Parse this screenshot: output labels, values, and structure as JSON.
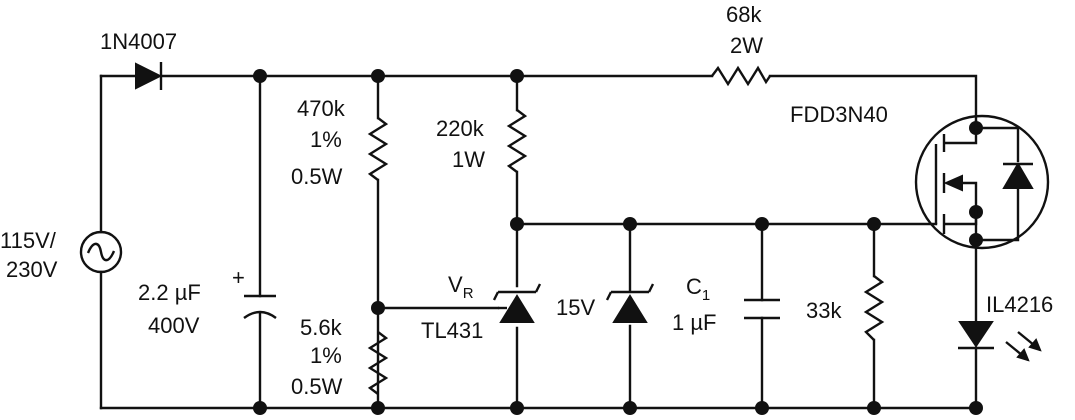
{
  "labels": {
    "diode": "1N4007",
    "source_line1": "115V/",
    "source_line2": "230V",
    "cap_value": "2.2 µF",
    "cap_voltage": "400V",
    "cap_plus": "+",
    "r_top_left_value": "470k",
    "r_top_left_tol": "1%",
    "r_top_left_power": "0.5W",
    "r_bottom_left_value": "5.6k",
    "r_bottom_left_tol": "1%",
    "r_bottom_left_power": "0.5W",
    "r_mid_value": "220k",
    "r_mid_power": "1W",
    "r_top_value": "68k",
    "r_top_power": "2W",
    "mosfet": "FDD3N40",
    "vr_main": "V",
    "vr_sub": "R",
    "shunt_ref": "TL431",
    "zener": "15V",
    "c1_main": "C",
    "c1_sub": "1",
    "c1_value": "1 µF",
    "r_right_value": "33k",
    "led": "IL4216"
  },
  "colors": {
    "ink": "#111111",
    "background": "#ffffff"
  },
  "icons": [
    "ac-source-icon",
    "diode-icon",
    "capacitor-icon",
    "resistor-icon",
    "shunt-regulator-icon",
    "zener-diode-icon",
    "mosfet-icon",
    "led-icon"
  ]
}
